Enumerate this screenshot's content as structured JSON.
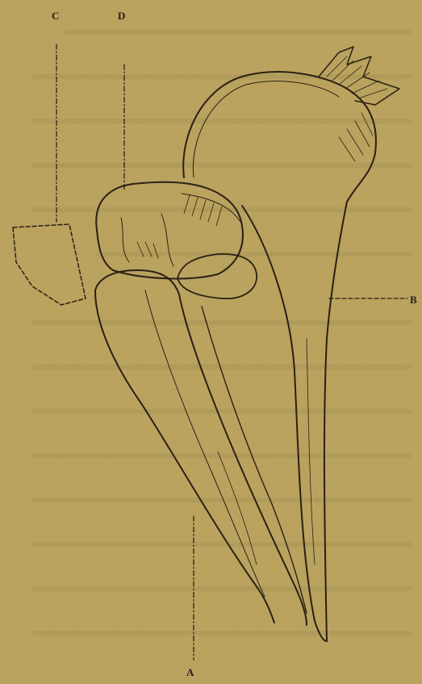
{
  "figure": {
    "labels": {
      "c": "C",
      "d": "D",
      "b": "B",
      "a": "A"
    },
    "colors": {
      "paper": "#b9a35f",
      "ink": "#2a2014"
    }
  }
}
